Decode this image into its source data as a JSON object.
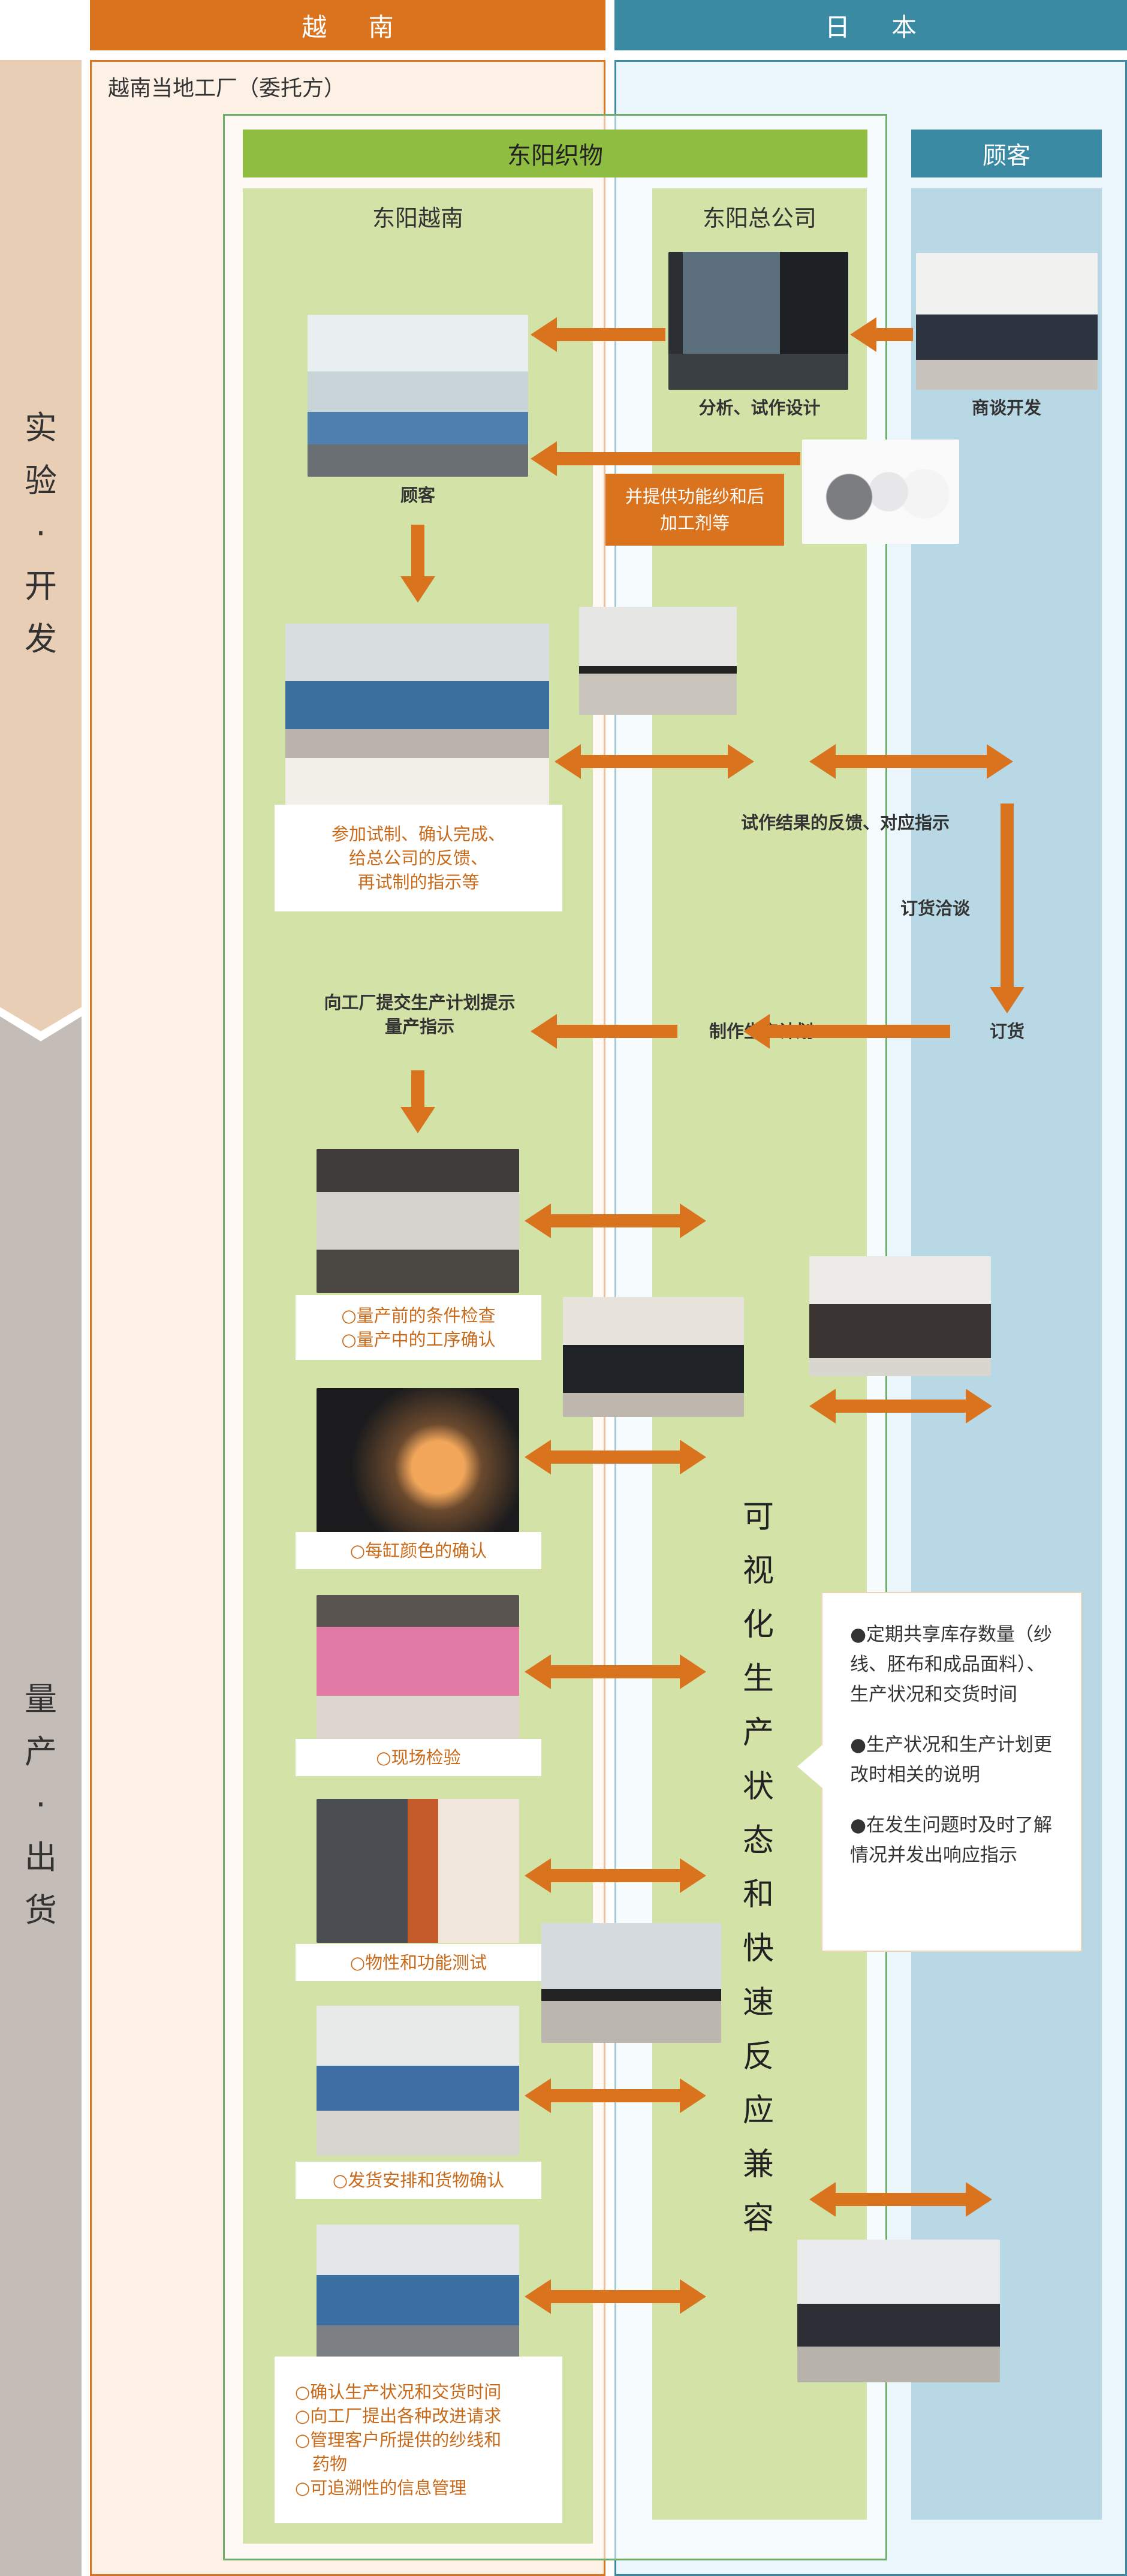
{
  "header": {
    "vietnam": "越 南",
    "japan": "日 本"
  },
  "phases": {
    "dev": [
      "实",
      "验",
      "·",
      "开",
      "发"
    ],
    "mass": [
      "量",
      "产",
      "·",
      "出",
      "货"
    ]
  },
  "regions": {
    "vietnam_factory": "越南当地工厂（委托方）",
    "toyo": "东阳织物",
    "customer": "顾客"
  },
  "columns": {
    "vietnam": "东阳越南",
    "hq": "东阳总公司"
  },
  "captions": {
    "analysis": "分析、试作设计",
    "negotiation": "商谈开发",
    "customer_photo": "顾客",
    "supply": [
      "并提供功能纱和后",
      "加工剂等"
    ],
    "trial": [
      "参加试制、确认完成、",
      "给总公司的反馈、",
      "再试制的指示等"
    ],
    "feedback": "试作结果的反馈、对应指示",
    "order_talk": "订货洽谈",
    "order": "订货",
    "make_plan": "制作生产计划",
    "submit_plan": [
      "向工厂提交生产计划提示",
      "量产指示"
    ],
    "check1": [
      "○量产前的条件检查",
      "○量产中的工序确认"
    ],
    "color": "○每缸颜色的确认",
    "inspect": "○现场检验",
    "test": "○物性和功能测试",
    "ship": "○发货安排和货物确认",
    "confirm": [
      "○确认生产状况和交货时间",
      "○向工厂提出各种改进请求",
      "○管理客户所提供的纱线和",
      "　药物",
      "○可追溯性的信息管理"
    ]
  },
  "vertical_text": [
    "可",
    "视",
    "化",
    "生",
    "产",
    "状",
    "态",
    "和",
    "快",
    "速",
    "反",
    "应",
    "兼",
    "容"
  ],
  "bubble": [
    "●定期共享库存数量（纱线、胚布和成品面料）、生产状况和交货时间",
    "●生产状况和生产计划更改时相关的说明",
    "●在发生问题时及时了解情况并发出响应指示"
  ],
  "colors": {
    "orange": "#d9731e",
    "teal": "#3a8aa3",
    "green_band": "#8fbd42",
    "green_fill": "#d3e3a8",
    "blue_fill": "#b7d8e4",
    "phase_dev": "#e8ceb5",
    "phase_mass": "#c4bcb6"
  },
  "icons": [
    "photo-office-meeting",
    "photo-computer-design",
    "photo-business-talk",
    "photo-yarn-cones",
    "photo-factory-work",
    "photo-video-call",
    "photo-looms",
    "photo-dye-light",
    "photo-inspection",
    "photo-lab-test",
    "photo-shipping",
    "photo-meeting-room"
  ]
}
